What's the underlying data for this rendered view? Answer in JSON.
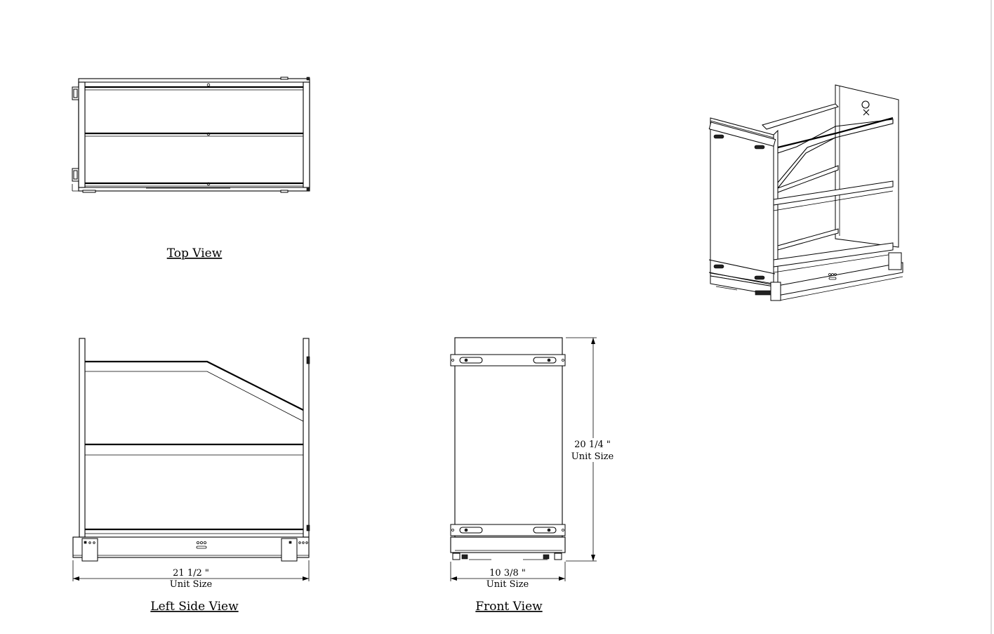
{
  "drawing": {
    "views": {
      "top_view": {
        "title": "Top View"
      },
      "left_side_view": {
        "title": "Left Side View"
      },
      "front_view": {
        "title": "Front View"
      },
      "iso_view": {
        "title": ""
      }
    },
    "dimensions": {
      "width_left": {
        "value": "21 1/2 \"",
        "note": "Unit Size"
      },
      "width_front": {
        "value": "10 3/8 \"",
        "note": "Unit Size"
      },
      "height_front": {
        "value": "20 1/4 \"",
        "note": "Unit Size"
      }
    }
  }
}
